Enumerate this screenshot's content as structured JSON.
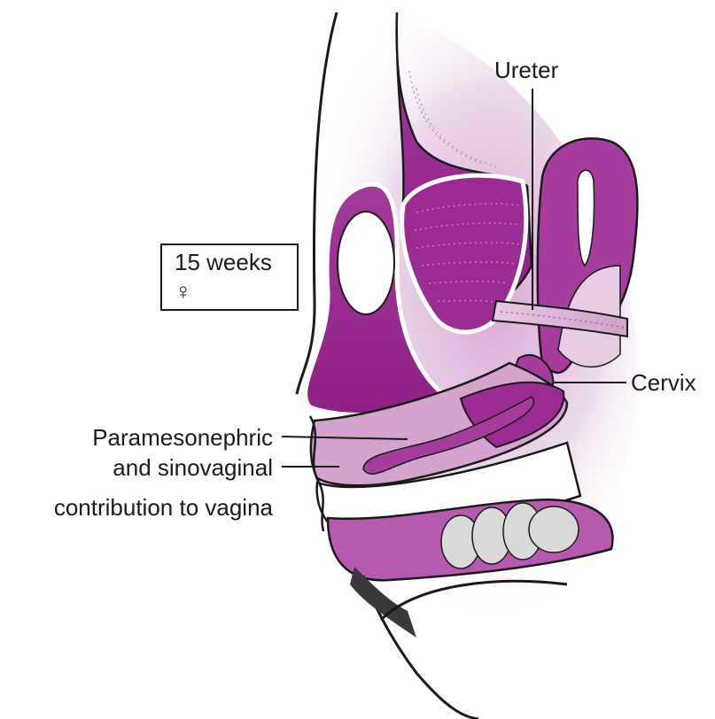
{
  "stage_box": {
    "line1": "15 weeks",
    "line2": "♀"
  },
  "labels": {
    "ureter": "Ureter",
    "cervix": "Cervix",
    "vagina_line1": "Paramesonephric",
    "vagina_line2": "and sinovaginal",
    "vagina_line3": "contribution to vagina"
  },
  "colors": {
    "purple_dark": "#8e1f86",
    "purple_mid": "#b65aaf",
    "purple_light": "#e2bfde",
    "outline": "#1a1a1a"
  }
}
